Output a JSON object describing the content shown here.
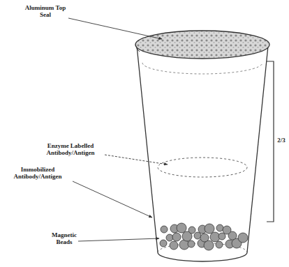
{
  "diagram": {
    "labels": [
      "Aluminum Top Seal",
      "Enzyme Labelled Antibody/Antigen",
      "Immobilized Antibody/Antigen",
      "Magnetic Beads",
      "2/3"
    ]
  }
}
